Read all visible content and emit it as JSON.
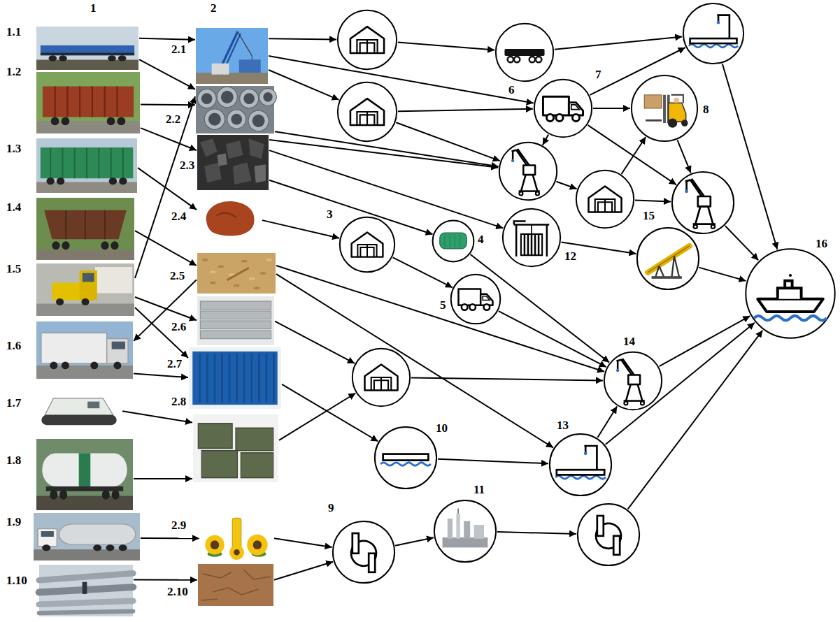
{
  "diagram": {
    "nodes": [
      {
        "text": [
          "1.1"
        ]
      },
      {
        "text": [
          "1.2"
        ]
      },
      {
        "text": [
          "1.3"
        ]
      },
      {
        "text": [
          "1.4"
        ]
      },
      {
        "text": [
          "1.5"
        ]
      },
      {
        "text": [
          "1.6"
        ]
      },
      {
        "text": [
          "1.7"
        ]
      },
      {
        "text": [
          "1.8"
        ]
      },
      {
        "text": [
          "1.9"
        ]
      },
      {
        "text": [
          "1.10"
        ]
      },
      {
        "text": [
          "2.1"
        ]
      },
      {
        "text": [
          "2.2"
        ]
      },
      {
        "text": [
          "2.3"
        ]
      },
      {
        "text": [
          "2.4"
        ]
      },
      {
        "text": [
          "2.5"
        ]
      },
      {
        "text": [
          "2.6"
        ]
      },
      {
        "text": [
          "2.7"
        ]
      },
      {
        "text": [
          "2.8"
        ]
      },
      {
        "text": [
          "2.9"
        ]
      },
      {
        "text": [
          "2.10"
        ]
      },
      {
        "text": [
          "3"
        ]
      },
      {
        "text": [
          "4"
        ]
      },
      {
        "text": [
          "5"
        ]
      },
      {
        "text": [
          "6"
        ]
      },
      {
        "text": [
          "7"
        ]
      },
      {
        "text": [
          "8"
        ]
      },
      {
        "text": [
          "9"
        ]
      },
      {
        "text": [
          "10"
        ]
      },
      {
        "text": [
          "11"
        ]
      },
      {
        "text": [
          "12"
        ]
      },
      {
        "text": [
          "13"
        ]
      },
      {
        "text": [
          "14"
        ]
      },
      {
        "text": [
          "15"
        ]
      },
      {
        "text": [
          "16"
        ]
      }
    ],
    "edges": [
      {
        "from": 0,
        "to": 10,
        "arrow": "to"
      },
      {
        "from": 0,
        "to": 11,
        "arrow": "to"
      },
      {
        "from": 1,
        "to": 11,
        "arrow": "to"
      },
      {
        "from": 1,
        "to": 12,
        "arrow": "to"
      },
      {
        "from": 2,
        "to": 13,
        "arrow": "to"
      },
      {
        "from": 3,
        "to": 14,
        "arrow": "to"
      },
      {
        "from": 4,
        "to": 11,
        "arrow": "to"
      },
      {
        "from": 4,
        "to": 15,
        "arrow": "to"
      },
      {
        "from": 4,
        "to": 16,
        "arrow": "to"
      },
      {
        "from": 14,
        "to": 5,
        "arrow": "to"
      },
      {
        "from": 5,
        "to": 16,
        "arrow": "to"
      },
      {
        "from": 6,
        "to": 17,
        "arrow": "to"
      },
      {
        "from": 7,
        "to": 17,
        "arrow": "to"
      },
      {
        "from": 8,
        "to": 18,
        "arrow": "to"
      },
      {
        "from": 9,
        "to": 19,
        "arrow": "to"
      },
      {
        "from": 10,
        "to": 24,
        "arrow": "to"
      },
      {
        "from": 24,
        "to": 25,
        "arrow": "to"
      },
      {
        "from": 12,
        "to": 29,
        "arrow": "to"
      },
      {
        "from": 12,
        "to": 21,
        "arrow": "to"
      },
      {
        "from": 13,
        "to": 20,
        "arrow": "to"
      },
      {
        "from": 20,
        "to": 22,
        "arrow": "to"
      },
      {
        "from": 21,
        "to": 31,
        "arrow": "to"
      },
      {
        "from": 22,
        "to": 31,
        "arrow": "to"
      },
      {
        "from": 29,
        "to": 32,
        "arrow": "to"
      },
      {
        "from": 32,
        "to": 33,
        "arrow": "to"
      },
      {
        "from": 14,
        "to": 31,
        "arrow": "to"
      },
      {
        "from": 14,
        "to": 30,
        "arrow": "to"
      },
      {
        "from": 27,
        "to": 30,
        "arrow": "to"
      },
      {
        "from": 30,
        "to": 31,
        "arrow": "to"
      },
      {
        "from": 30,
        "to": 33,
        "arrow": "to"
      },
      {
        "from": 31,
        "to": 33,
        "arrow": "to"
      },
      {
        "from": 16,
        "to": 27,
        "arrow": "to"
      },
      {
        "from": 18,
        "to": 26,
        "arrow": "to"
      },
      {
        "from": 19,
        "to": 26,
        "arrow": "to"
      },
      {
        "from": 26,
        "to": 28,
        "arrow": "to"
      }
    ],
    "labels": [
      "1",
      "2"
    ]
  }
}
